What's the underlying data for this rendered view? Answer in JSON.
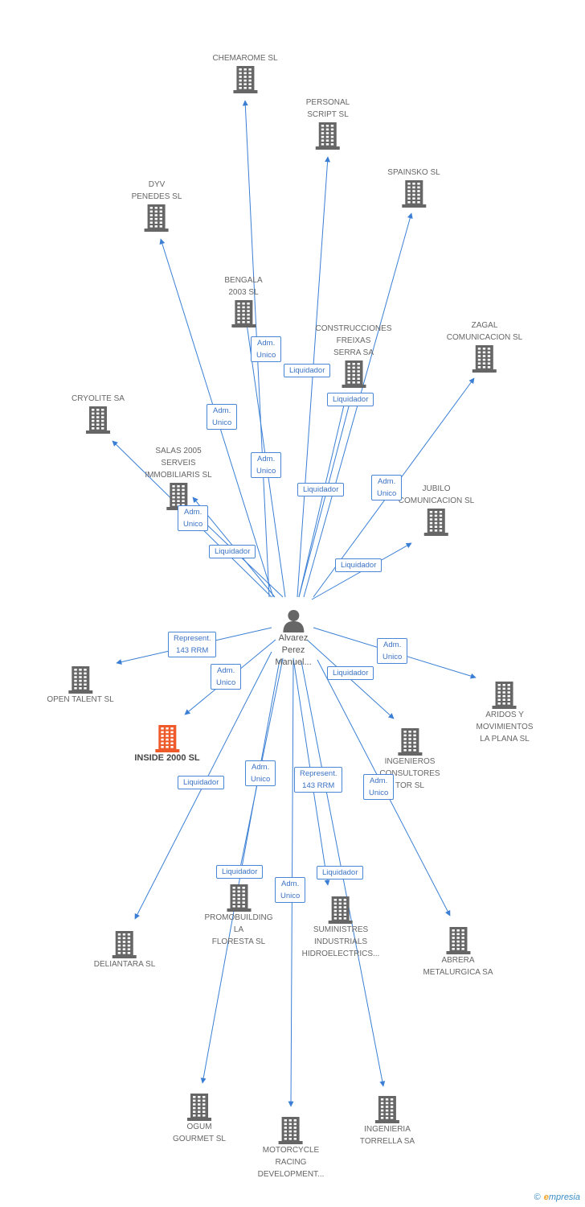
{
  "center": {
    "label": "Alvarez\nPerez\nManuel..."
  },
  "nodes": [
    {
      "id": "chemarome",
      "label": "CHEMAROME SL"
    },
    {
      "id": "personal",
      "label": "PERSONAL\nSCRIPT SL"
    },
    {
      "id": "spainsko",
      "label": "SPAINSKO SL"
    },
    {
      "id": "dyv",
      "label": "DYV\nPENEDES SL"
    },
    {
      "id": "bengala",
      "label": "BENGALA\n2003 SL"
    },
    {
      "id": "construcciones",
      "label": "CONSTRUCCIONES\nFREIXAS\nSERRA SA"
    },
    {
      "id": "zagal",
      "label": "ZAGAL\nCOMUNICACION SL"
    },
    {
      "id": "cryolite",
      "label": "CRYOLITE SA"
    },
    {
      "id": "salas",
      "label": "SALAS 2005\nSERVEIS\nIMMOBILIARIS SL"
    },
    {
      "id": "jubilo",
      "label": "JUBILO\nCOMUNICACION SL"
    },
    {
      "id": "opentalent",
      "label": "OPEN TALENT SL"
    },
    {
      "id": "inside",
      "label": "INSIDE 2000 SL",
      "active": true
    },
    {
      "id": "aridos",
      "label": "ARIDOS Y\nMOVIMIENTOS\nLA PLANA SL"
    },
    {
      "id": "ingenieros",
      "label": "INGENIEROS\nCONSULTORES\nTOR SL"
    },
    {
      "id": "deliantara",
      "label": "DELIANTARA SL"
    },
    {
      "id": "promobuilding",
      "label": "PROMOBUILDING\nLA\nFLORESTA SL"
    },
    {
      "id": "suministres",
      "label": "SUMINISTRES\nINDUSTRIALS\nHIDROELECTRICS..."
    },
    {
      "id": "abrera",
      "label": "ABRERA\nMETALURGICA SA"
    },
    {
      "id": "ogum",
      "label": "OGUM\nGOURMET SL"
    },
    {
      "id": "motorcycle",
      "label": "MOTORCYCLE\nRACING\nDEVELOPMENT..."
    },
    {
      "id": "ingenieria",
      "label": "INGENIERIA\nTORRELLA SA"
    }
  ],
  "edge_labels": [
    {
      "id": "e1",
      "text": "Adm.\nUnico"
    },
    {
      "id": "e2",
      "text": "Liquidador"
    },
    {
      "id": "e3",
      "text": "Liquidador"
    },
    {
      "id": "e4",
      "text": "Adm.\nUnico"
    },
    {
      "id": "e5",
      "text": "Adm.\nUnico"
    },
    {
      "id": "e6",
      "text": "Liquidador"
    },
    {
      "id": "e7",
      "text": "Adm.\nUnico"
    },
    {
      "id": "e8",
      "text": "Adm.\nUnico"
    },
    {
      "id": "e9",
      "text": "Liquidador"
    },
    {
      "id": "e10",
      "text": "Liquidador"
    },
    {
      "id": "e11",
      "text": "Represent.\n143 RRM"
    },
    {
      "id": "e12",
      "text": "Adm.\nUnico"
    },
    {
      "id": "e13",
      "text": "Adm.\nUnico"
    },
    {
      "id": "e14",
      "text": "Liquidador"
    },
    {
      "id": "e15",
      "text": "Liquidador"
    },
    {
      "id": "e16",
      "text": "Adm.\nUnico"
    },
    {
      "id": "e17",
      "text": "Represent.\n143 RRM"
    },
    {
      "id": "e18",
      "text": "Adm.\nUnico"
    },
    {
      "id": "e19",
      "text": "Liquidador"
    },
    {
      "id": "e20",
      "text": "Adm.\nUnico"
    },
    {
      "id": "e21",
      "text": "Liquidador"
    }
  ],
  "colors": {
    "edge": "#3a7fd5",
    "building": "#666666",
    "active_building": "#ee5a2a",
    "person": "#666666"
  },
  "footer": {
    "copyright": "©",
    "brand_initial": "e",
    "brand_rest": "mpresia"
  }
}
